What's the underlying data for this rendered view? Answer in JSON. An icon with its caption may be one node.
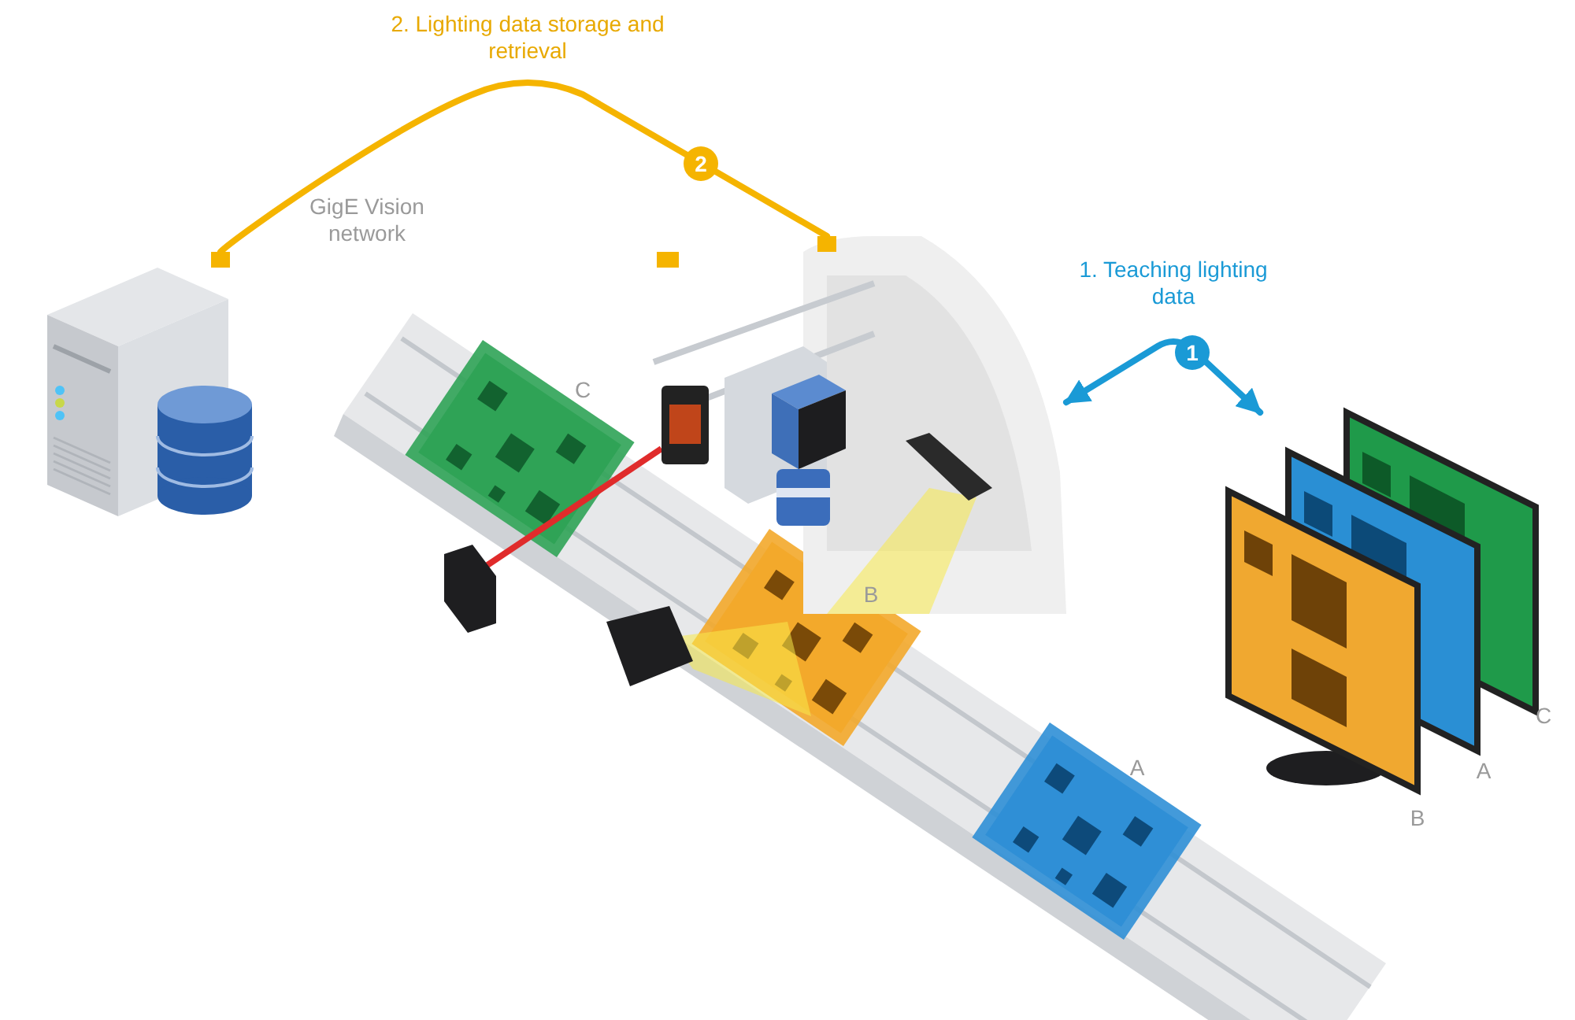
{
  "diagram": {
    "nodes": [
      {
        "text": [],
        "shape": "picture"
      },
      {
        "text": [],
        "shape": "picture"
      },
      {
        "text": [],
        "shape": "picture"
      }
    ],
    "edges": [
      {
        "from": 0,
        "to": 1,
        "arrow": "none",
        "label": "2",
        "color": "#f5b400"
      },
      {
        "from": 1,
        "to": 2,
        "arrow": "both",
        "label": "1",
        "color": "#1a9ad6"
      }
    ],
    "labels": [
      "2. Lighting data storage and retrieval",
      "GigE Vision network",
      "1. Teaching lighting data",
      "C",
      "B",
      "C",
      "A",
      "A",
      "B"
    ]
  }
}
